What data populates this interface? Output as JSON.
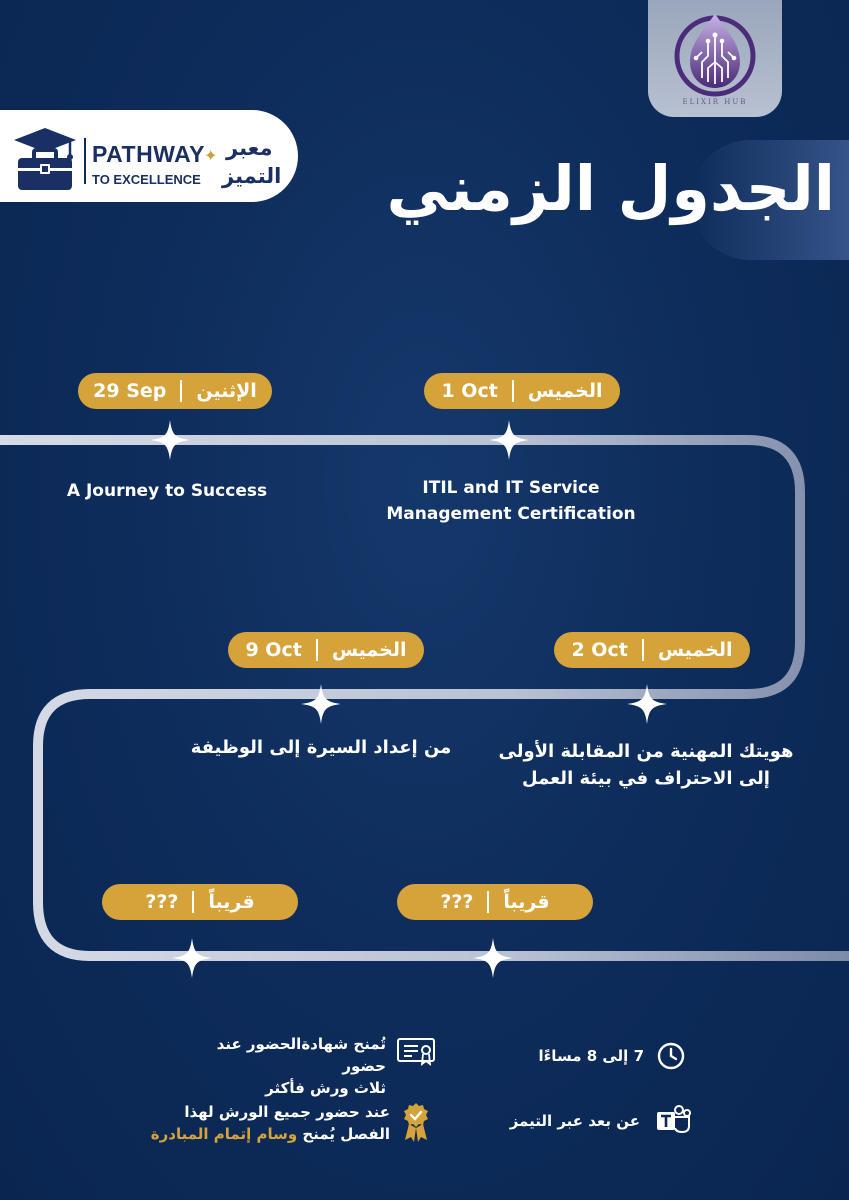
{
  "brand": {
    "hub_name": "ELIXIR HUB",
    "pathway_title": "PATHWAY",
    "pathway_subtitle": "TO EXCELLENCE",
    "pathway_ar_line1": "معبر",
    "pathway_ar_line2": "التميز"
  },
  "page": {
    "title": "الجدول الزمني"
  },
  "timeline": {
    "events": [
      {
        "day": "الإثنين",
        "date": "29 Sep",
        "title_lines": [
          "A Journey to Success"
        ]
      },
      {
        "day": "الخميس",
        "date": "1 Oct",
        "title_lines": [
          "ITIL and IT Service",
          "Management Certification"
        ]
      },
      {
        "day": "الخميس",
        "date": "2 Oct",
        "title_lines": [
          "هويتك المهنية من المقابلة الأولى",
          "إلى الاحتراف في بيئة العمل"
        ]
      },
      {
        "day": "الخميس",
        "date": "9 Oct",
        "title_lines": [
          "من إعداد السيرة إلى الوظيفة"
        ]
      },
      {
        "day": "قريباً",
        "date": "???",
        "title_lines": []
      },
      {
        "day": "قريباً",
        "date": "???",
        "title_lines": []
      }
    ]
  },
  "info": {
    "time": "7 إلى 8 مساءًا",
    "platform": "عن بعد عبر التيمز",
    "certificate_line1": "تُمنح شهادةالحضور عند حضور",
    "certificate_line2": "ثلاث ورش فأكثر",
    "badge_line1": "عند حضور جميع الورش لهذا",
    "badge_line2_prefix": "الفصل يُمنح",
    "badge_line2_highlight": "وسام إتمام المبادرة"
  },
  "colors": {
    "background": "#0c2a57",
    "accent_gold": "#d5a33a",
    "text": "#ffffff"
  },
  "icons": {
    "hub_logo": "circuit-drop-icon",
    "pathway_logo": "graduation-briefcase-icon",
    "clock": "clock-icon",
    "teams": "teams-icon",
    "certificate": "certificate-icon",
    "badge": "medal-icon"
  }
}
